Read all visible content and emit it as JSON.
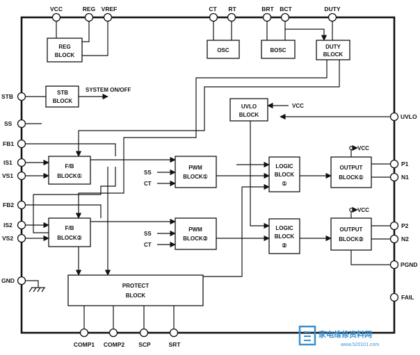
{
  "pins": {
    "vcc": "VCC",
    "reg": "REG",
    "vref": "VREF",
    "ct": "CT",
    "rt": "RT",
    "brt": "BRT",
    "bct": "BCT",
    "duty": "DUTY",
    "stb": "STB",
    "ss": "SS",
    "fb1": "FB1",
    "is1": "IS1",
    "vs1": "VS1",
    "fb2": "FB2",
    "is2": "IS2",
    "vs2": "VS2",
    "gnd": "GND",
    "uvlo": "UVLO",
    "p1": "P1",
    "n1": "N1",
    "p2": "P2",
    "n2": "N2",
    "pgnd": "PGND",
    "fail": "FAIL",
    "comp1": "COMP1",
    "comp2": "COMP2",
    "scp": "SCP",
    "srt": "SRT"
  },
  "blocks": {
    "reg": [
      "REG",
      "BLOCK"
    ],
    "osc": [
      "OSC"
    ],
    "bosc": [
      "BOSC"
    ],
    "duty": [
      "DUTY",
      "BLOCK"
    ],
    "stb": [
      "STB",
      "BLOCK"
    ],
    "uvlo": [
      "UVLO",
      "BLOCK"
    ],
    "fb1": [
      "F/B",
      "BLOCK①"
    ],
    "fb2": [
      "F/B",
      "BLOCK②"
    ],
    "pwm1": [
      "PWM",
      "BLOCK①"
    ],
    "pwm2": [
      "PWM",
      "BLOCK②"
    ],
    "logic1": [
      "LOGIC",
      "BLOCK",
      "①"
    ],
    "logic2": [
      "LOGIC",
      "BLOCK",
      "②"
    ],
    "out1": [
      "OUTPUT",
      "BLOCK①"
    ],
    "out2": [
      "OUTPUT",
      "BLOCK②"
    ],
    "protect": [
      "PROTECT",
      "BLOCK"
    ]
  },
  "signals": {
    "system_onoff": "SYSTEM  ON/OFF",
    "uvlo_vcc": "VCC",
    "out1_vcc": "VCC",
    "out2_vcc": "VCC",
    "pwm1_ss": "SS",
    "pwm1_ct": "CT",
    "pwm2_ss": "SS",
    "pwm2_ct": "CT"
  },
  "watermark": {
    "text": "家电维修资料网",
    "url": "www.520101.com"
  }
}
